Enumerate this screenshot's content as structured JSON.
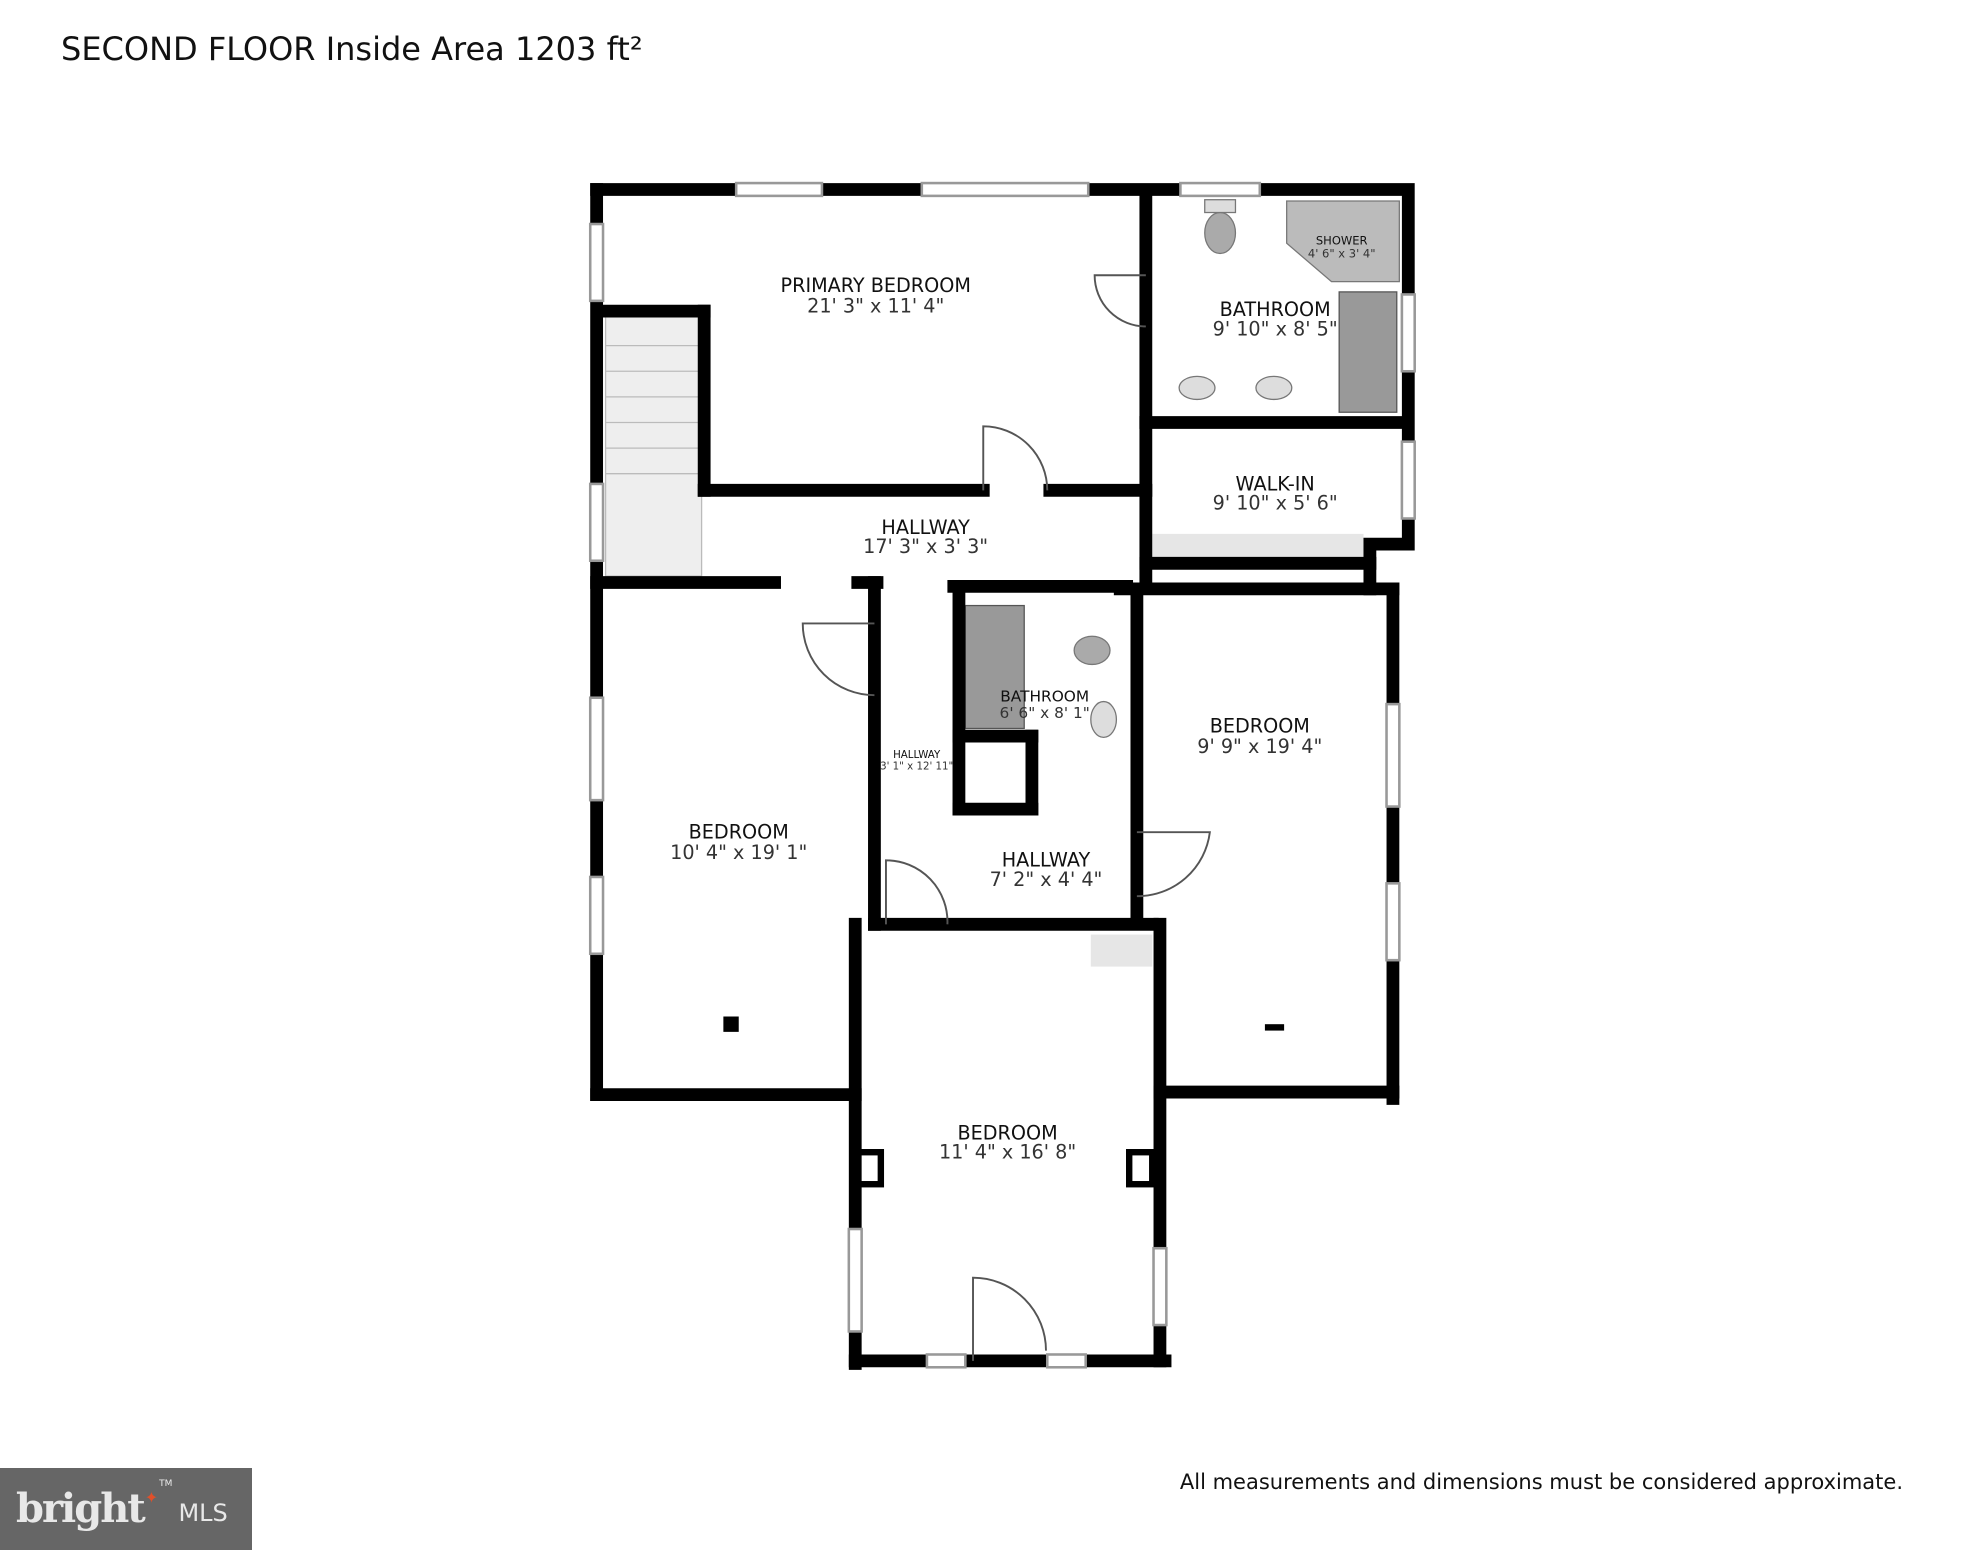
{
  "title": "SECOND FLOOR Inside Area 1203 ft²",
  "disclaimer": "All measurements and dimensions must be considered approximate.",
  "logo": {
    "text": "bright MLS",
    "accent_color": "#e0502a"
  },
  "rooms": [
    {
      "name": "PRIMARY BEDROOM",
      "dims": "21' 3\" x 11' 4\""
    },
    {
      "name": "BATHROOM",
      "dims": "9' 10\" x 8' 5\""
    },
    {
      "name": "SHOWER",
      "dims": "4' 6\" x 3' 4\""
    },
    {
      "name": "WALK-IN",
      "dims": "9' 10\" x 5' 6\""
    },
    {
      "name": "HALLWAY",
      "dims": "17' 3\" x 3' 3\""
    },
    {
      "name": "BATHROOM",
      "dims": "6' 6\" x 8' 1\""
    },
    {
      "name": "HALLWAY",
      "dims": "3' 1\" x 12' 11\""
    },
    {
      "name": "BEDROOM",
      "dims": "9' 9\" x 19' 4\""
    },
    {
      "name": "BEDROOM",
      "dims": "10' 4\" x 19' 1\""
    },
    {
      "name": "HALLWAY",
      "dims": "7' 2\" x 4' 4\""
    },
    {
      "name": "BEDROOM",
      "dims": "11' 4\" x 16' 8\""
    }
  ]
}
